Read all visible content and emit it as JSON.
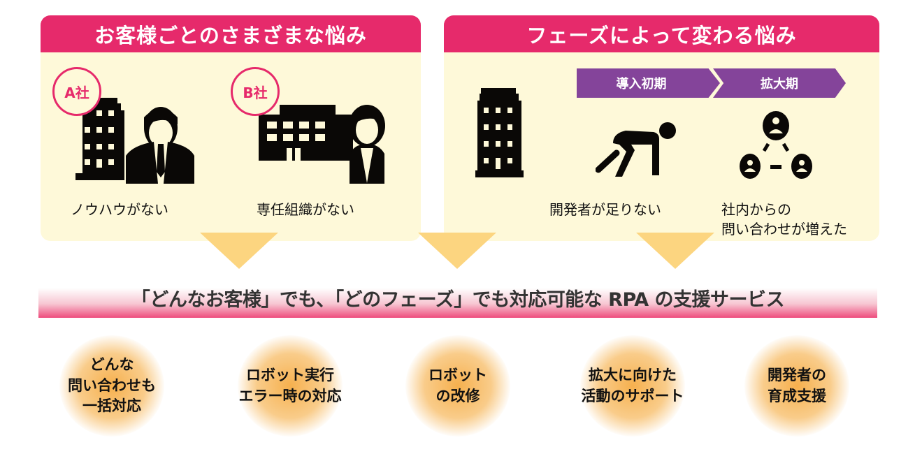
{
  "left_panel": {
    "title": "お客様ごとのさまざまな悩み",
    "companies": [
      {
        "badge": "A社",
        "issue": "ノウハウがない"
      },
      {
        "badge": "B社",
        "issue": "専任組織がない"
      }
    ]
  },
  "right_panel": {
    "title": "フェーズによって変わる悩み",
    "phases": [
      {
        "label": "導入初期",
        "issue": "開発者が足りない"
      },
      {
        "label": "拡大期",
        "issue_line1": "社内からの",
        "issue_line2": "問い合わせが増えた"
      }
    ]
  },
  "banner": "「どんなお客様」でも、「どのフェーズ」でも対応可能な RPA の支援サービス",
  "services": [
    "どんな\n問い合わせも\n一括対応",
    "ロボット実行\nエラー時の対応",
    "ロボット\nの改修",
    "拡大に向けた\n活動のサポート",
    "開発者の\n育成支援"
  ],
  "colors": {
    "pink": "#E62A6B",
    "purple": "#84449A",
    "cream": "#FEF9D9",
    "arrow": "#FCD580",
    "orange": "#F6B04E"
  }
}
